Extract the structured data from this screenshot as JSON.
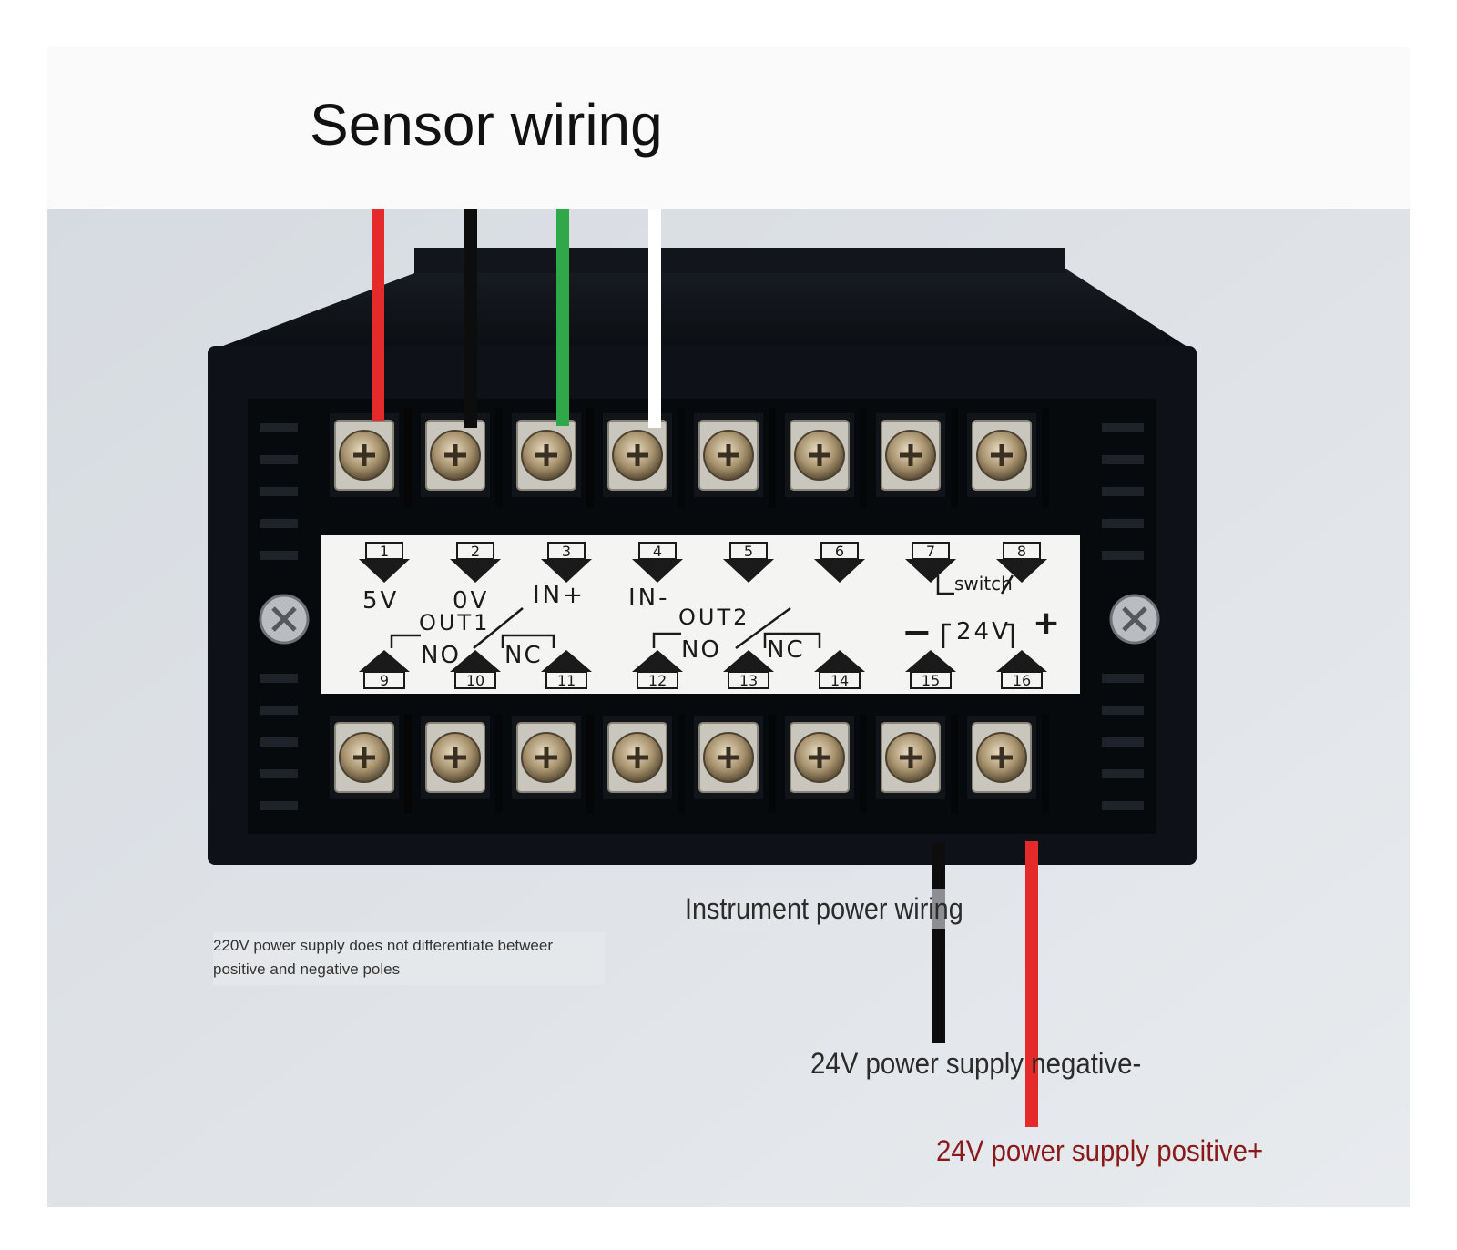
{
  "heading": "Sensor wiring",
  "instrument_power_label": "Instrument power wiring",
  "negative_label": "24V power supply negative-",
  "positive_label": "24V power supply positive+",
  "note_line1": "220V power supply does not differentiate betweer",
  "note_line2": "positive and negative poles",
  "panel": {
    "top_numbers": [
      "1",
      "2",
      "3",
      "4",
      "5",
      "6",
      "7",
      "8"
    ],
    "bottom_numbers": [
      "9",
      "10",
      "11",
      "12",
      "13",
      "14",
      "15",
      "16"
    ],
    "sensor_labels": [
      "5V",
      "0V",
      "IN+",
      "IN-"
    ],
    "out1": "OUT1",
    "out2": "OUT2",
    "no": "NO",
    "nc": "NC",
    "switch": "switch",
    "v24": "24V",
    "minus": "−",
    "plus": "+"
  },
  "colors": {
    "wire_red": "#e42a2a",
    "wire_black": "#0d0d0d",
    "wire_green": "#2fa84a",
    "wire_white": "#ffffff",
    "enclosure": "#0d1117",
    "background": "#dfe3e8"
  }
}
